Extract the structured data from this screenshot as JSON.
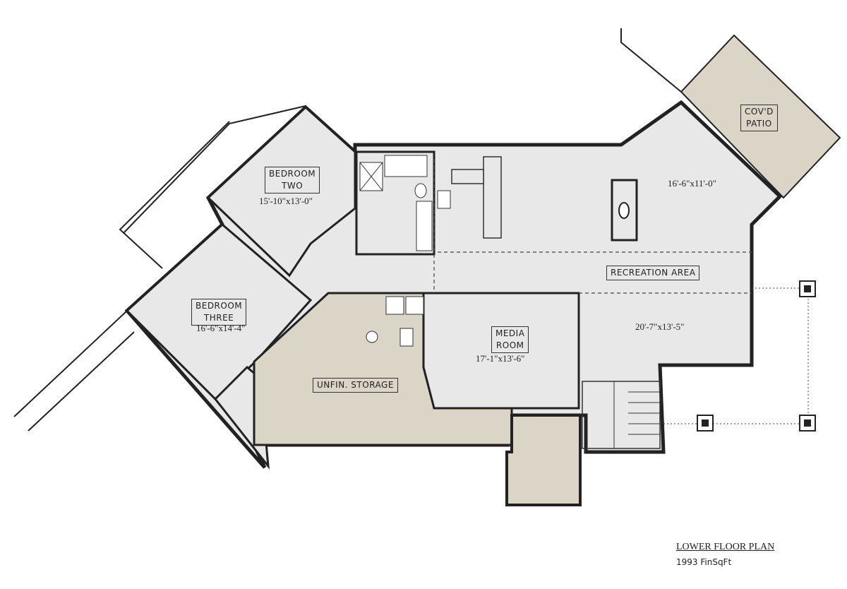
{
  "plan": {
    "title": "LOWER FLOOR PLAN",
    "finished_sqft": "1993 FinSqFt",
    "colors": {
      "finished": "#e8e8e9",
      "unfinished": "#dbd5c8",
      "wall": "#222222"
    },
    "rooms": [
      {
        "name_line1": "BEDROOM",
        "name_line2": "TWO",
        "dims": "15'-10\"x13'-0\""
      },
      {
        "name_line1": "BEDROOM",
        "name_line2": "THREE",
        "dims": "16'-6\"x14'-4\""
      },
      {
        "name_line1": "COV'D",
        "name_line2": "PATIO"
      },
      {
        "name_line1": "RECREATION AREA",
        "dims_upper": "16'-6\"x11'-0\"",
        "dims_lower": "20'-7\"x13'-5\""
      },
      {
        "name_line1": "MEDIA",
        "name_line2": "ROOM",
        "dims": "17'-1\"x13'-6\""
      },
      {
        "name_line1": "UNFIN. STORAGE"
      }
    ]
  }
}
